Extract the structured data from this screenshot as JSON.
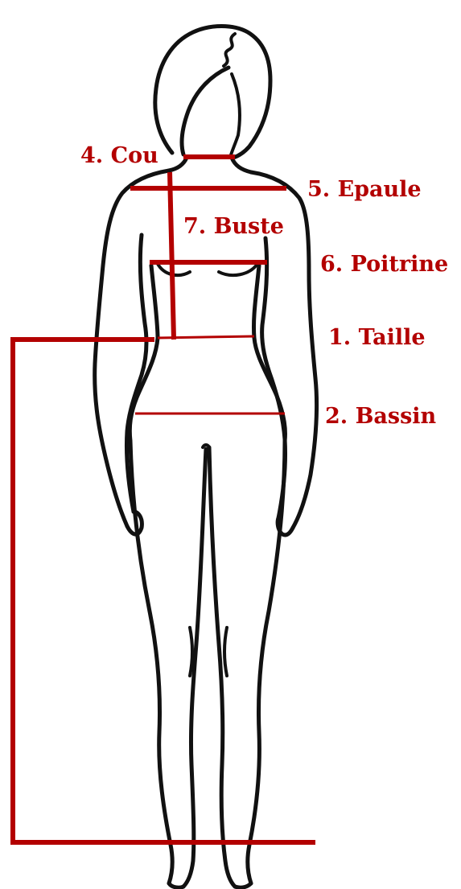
{
  "colors": {
    "measure": "#b30000",
    "outline": "#111111",
    "background": "#ffffff"
  },
  "labels": {
    "cou": "4. Cou",
    "epaule": "5. Epaule",
    "buste": "7. Buste",
    "poitrine": "6. Poitrine",
    "taille": "1. Taille",
    "bassin": "2. Bassin"
  }
}
